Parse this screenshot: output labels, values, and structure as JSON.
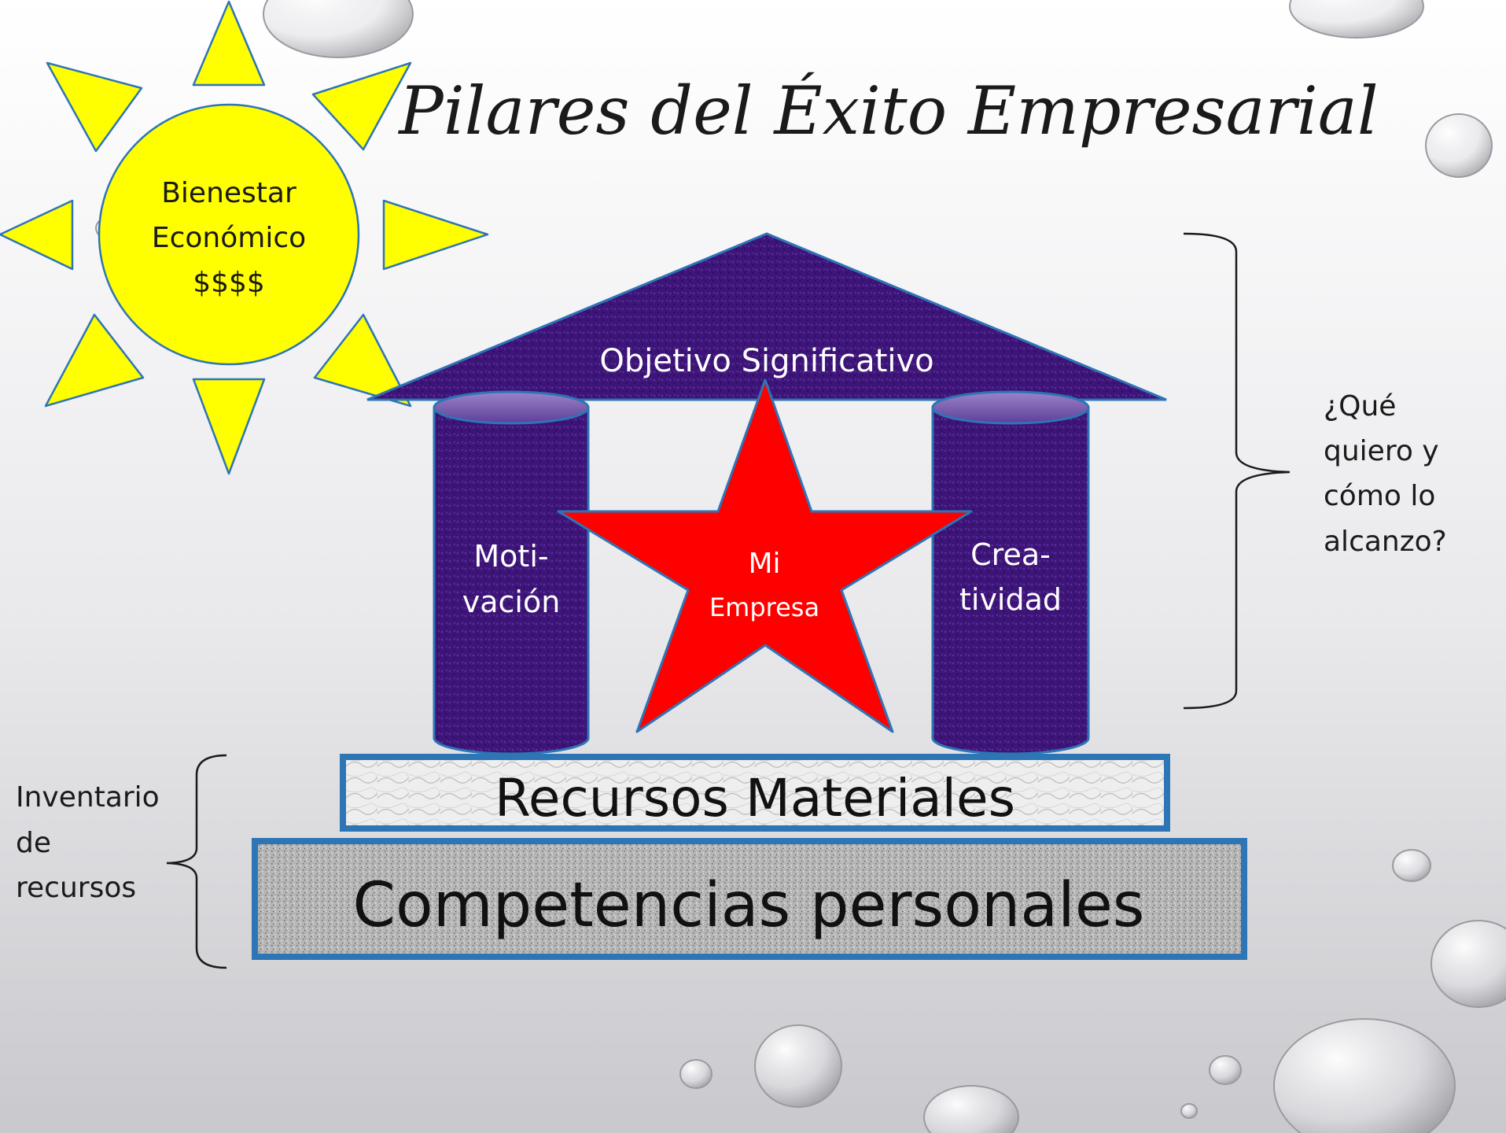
{
  "slide": {
    "title": "Pilares del Éxito Empresarial",
    "sun": {
      "lines": [
        "Bienestar",
        "Económico",
        "$$$$"
      ]
    },
    "roof_label": "Objetivo Significativo",
    "left_pillar": [
      "Moti-",
      "vación"
    ],
    "right_pillar": [
      "Crea-",
      "tividad"
    ],
    "star": [
      "Mi",
      "Empresa"
    ],
    "base_top": "Recursos Materiales",
    "base_bottom": "Competencias personales",
    "right_note": [
      "¿Qué",
      "quiero y",
      "cómo lo",
      "alcanzo?"
    ],
    "left_note": [
      "Inventario",
      "de",
      "recursos"
    ]
  },
  "colors": {
    "purple": "#3d1578",
    "pillar_border": "#2e74b5",
    "star_red": "#ff0000",
    "sun_yellow": "#ffff00",
    "box_border": "#2e75b6"
  },
  "icons": [
    "sun-icon",
    "star-icon",
    "water-drop-icon"
  ]
}
